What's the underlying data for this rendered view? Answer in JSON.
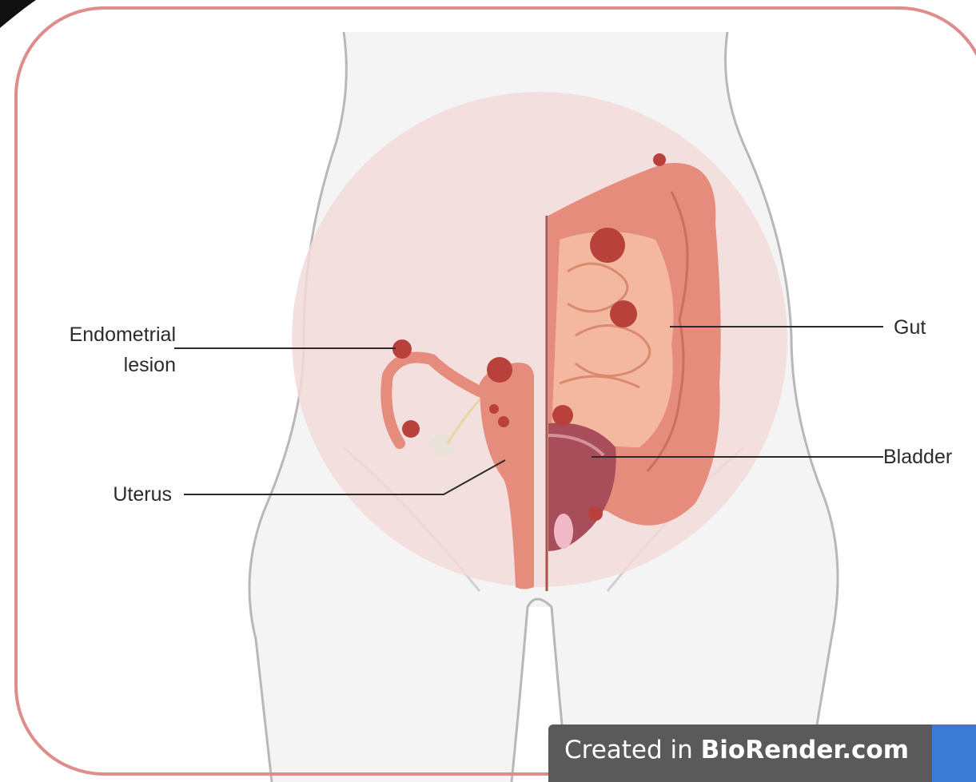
{
  "figure": {
    "labels": {
      "endometrial_lesion_line1": "Endometrial",
      "endometrial_lesion_line2": "lesion",
      "uterus": "Uterus",
      "gut": "Gut",
      "bladder": "Bladder"
    },
    "watermark": {
      "prefix": "Created in ",
      "brand": "BioRender.com"
    },
    "colors": {
      "frame": "#de8c8c",
      "body_outline": "#b8b8b8",
      "body_fill": "#f4f4f4",
      "pelvis_highlight": "#f3dada",
      "tissue": "#e58c7c",
      "tissue_light": "#f4b8a0",
      "lesion": "#b8413b",
      "bladder": "#a84e5a",
      "watermark_bg": "#5a5a5a"
    }
  }
}
